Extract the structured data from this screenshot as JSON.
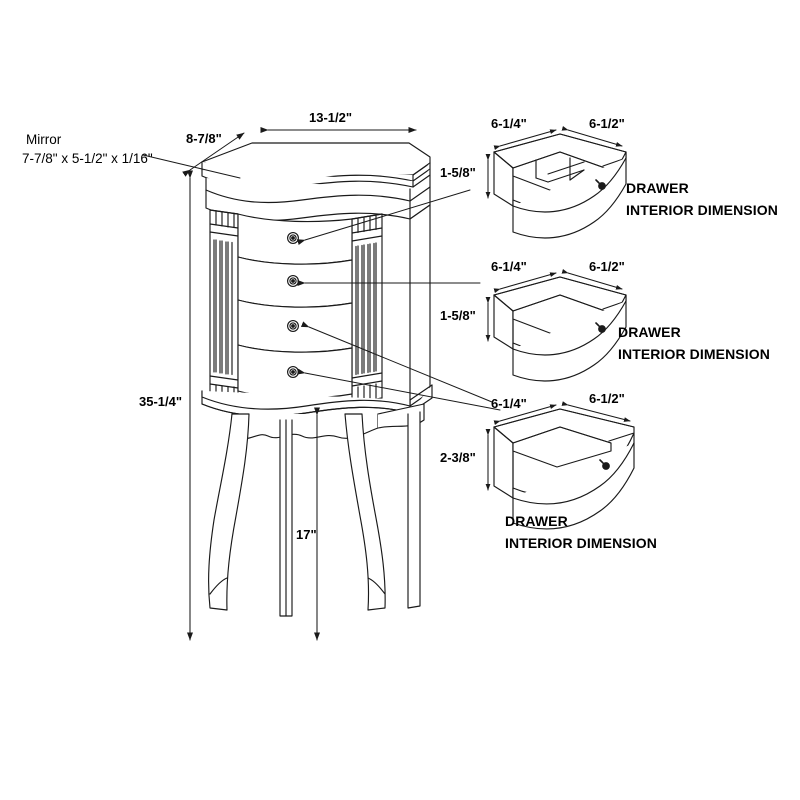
{
  "figure": {
    "title": "Jewelry armoire dimension drawing",
    "units": "inches",
    "line_color": "#1a1a1a",
    "fill_color": "#ffffff",
    "text_color": "#000000"
  },
  "cabinet": {
    "name": "jewelry-armoire",
    "drawer_count": 4,
    "annotations": {
      "mirror_label_line1": "Mirror",
      "mirror_label_line2": "7-7/8\" x 5-1/2\" x 1/16\"",
      "width": "13-1/2\"",
      "depth": "8-7/8\"",
      "overall_height": "35-1/4\"",
      "leg_height": "17\""
    }
  },
  "drawers": [
    {
      "id": "drawer-top",
      "width": "6-1/4\"",
      "depth": "6-1/2\"",
      "height": "1-5/8\"",
      "label_line1": "DRAWER",
      "label_line2": "INTERIOR DIMENSION",
      "has_dividers": true
    },
    {
      "id": "drawer-middle",
      "width": "6-1/4\"",
      "depth": "6-1/2\"",
      "height": "1-5/8\"",
      "label_line1": "DRAWER",
      "label_line2": "INTERIOR DIMENSION",
      "has_dividers": false
    },
    {
      "id": "drawer-bottom",
      "width": "6-1/4\"",
      "depth": "6-1/2\"",
      "height": "2-3/8\"",
      "label_line1": "DRAWER",
      "label_line2": "INTERIOR DIMENSION",
      "has_dividers": false
    }
  ]
}
